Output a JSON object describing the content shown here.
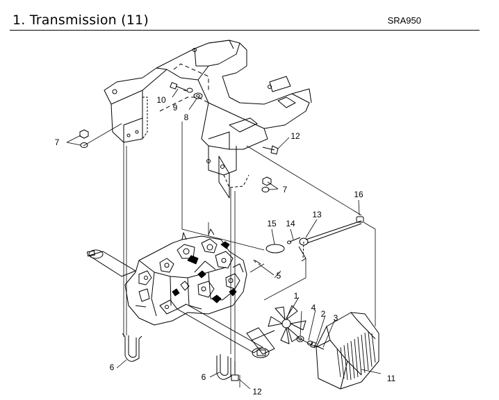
{
  "header": {
    "title": "1. Transmission (11)",
    "model": "SRA950"
  },
  "callouts": [
    "1",
    "2",
    "3",
    "4",
    "5",
    "6",
    "6",
    "7",
    "7",
    "8",
    "9",
    "10",
    "11",
    "12",
    "12",
    "13",
    "14",
    "15",
    "16"
  ]
}
